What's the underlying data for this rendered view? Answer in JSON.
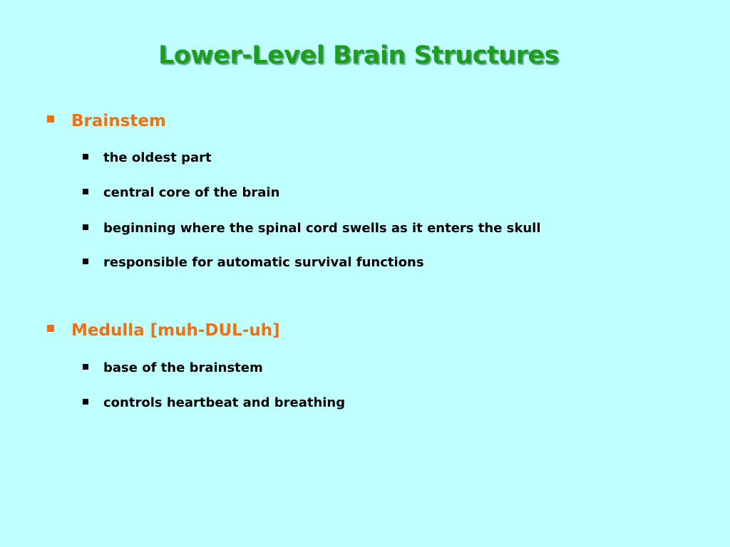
{
  "slide": {
    "title": "Lower-Level Brain Structures",
    "colors": {
      "background": "#BFFFFF",
      "title": "#1E9E1E",
      "section_heading": "#F07010",
      "section_bullet": "#F07010",
      "body_text": "#000000"
    },
    "sections": [
      {
        "heading": "Brainstem",
        "bullet_icon": "square-bullet-icon",
        "items": [
          "the oldest part",
          "central core of the brain",
          "beginning where the spinal cord swells as it enters the skull",
          "responsible for automatic survival functions"
        ]
      },
      {
        "heading": "Medulla [muh-DUL-uh]",
        "bullet_icon": "square-bullet-icon",
        "items": [
          "base of the brainstem",
          "controls heartbeat and breathing"
        ]
      }
    ]
  }
}
